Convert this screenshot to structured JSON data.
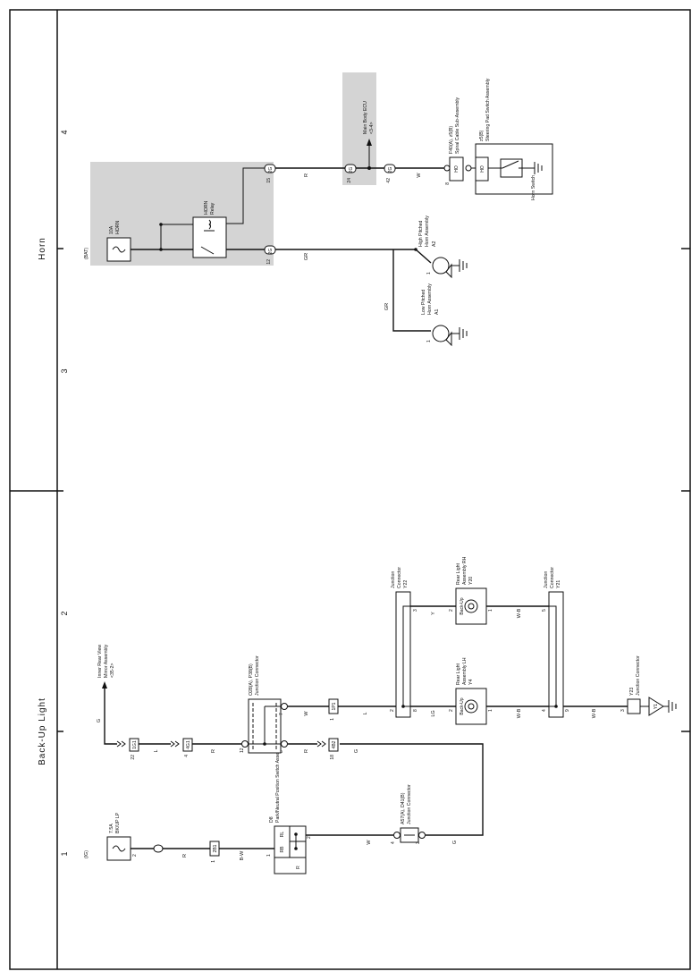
{
  "sections": {
    "left": "Back-Up Light",
    "right": "Horn"
  },
  "grid_labels": [
    "1",
    "2",
    "3",
    "4"
  ],
  "supply": {
    "ig": "(IG)",
    "bat": "(BAT)"
  },
  "fuses": {
    "backup": {
      "rating": "7.5A",
      "name": "BK/UP LP"
    },
    "horn": {
      "rating": "10A",
      "name": "HORN"
    }
  },
  "relay": {
    "line1": "HORN",
    "line2": "Relay"
  },
  "components": {
    "d8": {
      "id": "D8",
      "name": "Park/Neutral Position Switch Assembly",
      "pins": {
        "rb": "RB",
        "rl": "RL",
        "r": "R"
      }
    },
    "a57": {
      "id": "A57(A), D41(B)",
      "name": "Junction Connector"
    },
    "o28": {
      "id": "O28(A), P38(B)",
      "name": "Junction Connector"
    },
    "mirror": {
      "l1": "Inner Rear View",
      "l2": "Mirror Assembly",
      "l3": "<35-2>"
    },
    "y4": {
      "id": "Y4",
      "l1": "Rear Light",
      "l2": "Assembly LH",
      "lamp": "Back-Up"
    },
    "y20": {
      "id": "Y20",
      "l1": "Rear Light",
      "l2": "Assembly RH",
      "lamp": "Back-Up"
    },
    "y22": {
      "id": "Y22",
      "l1": "Junction",
      "l2": "Connector"
    },
    "y21": {
      "id": "Y21",
      "l1": "Junction",
      "l2": "Connector"
    },
    "y23": {
      "id": "Y23",
      "name": "Junction Connector"
    },
    "ground_y1": "Y1",
    "a1": {
      "id": "A1",
      "l1": "Low Pitched",
      "l2": "Horn Assembly"
    },
    "a2": {
      "id": "A2",
      "l1": "High Pitched",
      "l2": "Horn Assembly"
    },
    "ecu": {
      "l1": "Main Body ECU",
      "l2": "<3-4>"
    },
    "f40": {
      "id": "F40(A), z5(B)",
      "name": "Spiral Cable Sub-Assembly"
    },
    "z5": {
      "id": "z5(B)",
      "name": "Steering Pad Switch Assembly",
      "switch": "Horn Switch",
      "ho": "HO"
    }
  },
  "connectors": {
    "c2b1": "2B1",
    "c1g1": "1G1",
    "c4g1": "4G1",
    "c4b2": "4B2",
    "c1p1": "1P1",
    "c5g": "5G",
    "c2g": "2G",
    "c2g2": "2G",
    "c2g3": "2G",
    "c2g4": "2G"
  },
  "pins": {
    "p2": "2",
    "p1": "1",
    "p22": "22",
    "p4": "4",
    "p12": "12",
    "p7": "7",
    "p6": "6",
    "p18": "18",
    "p8": "8",
    "p3": "3",
    "p5": "5",
    "p9": "9",
    "p15": "15",
    "p24": "24",
    "p42": "42"
  },
  "wires": {
    "r": "R",
    "bw": "B-W",
    "g": "G",
    "l": "L",
    "w": "W",
    "lg": "LG",
    "y": "Y",
    "wb": "W-B",
    "gr": "GR"
  }
}
